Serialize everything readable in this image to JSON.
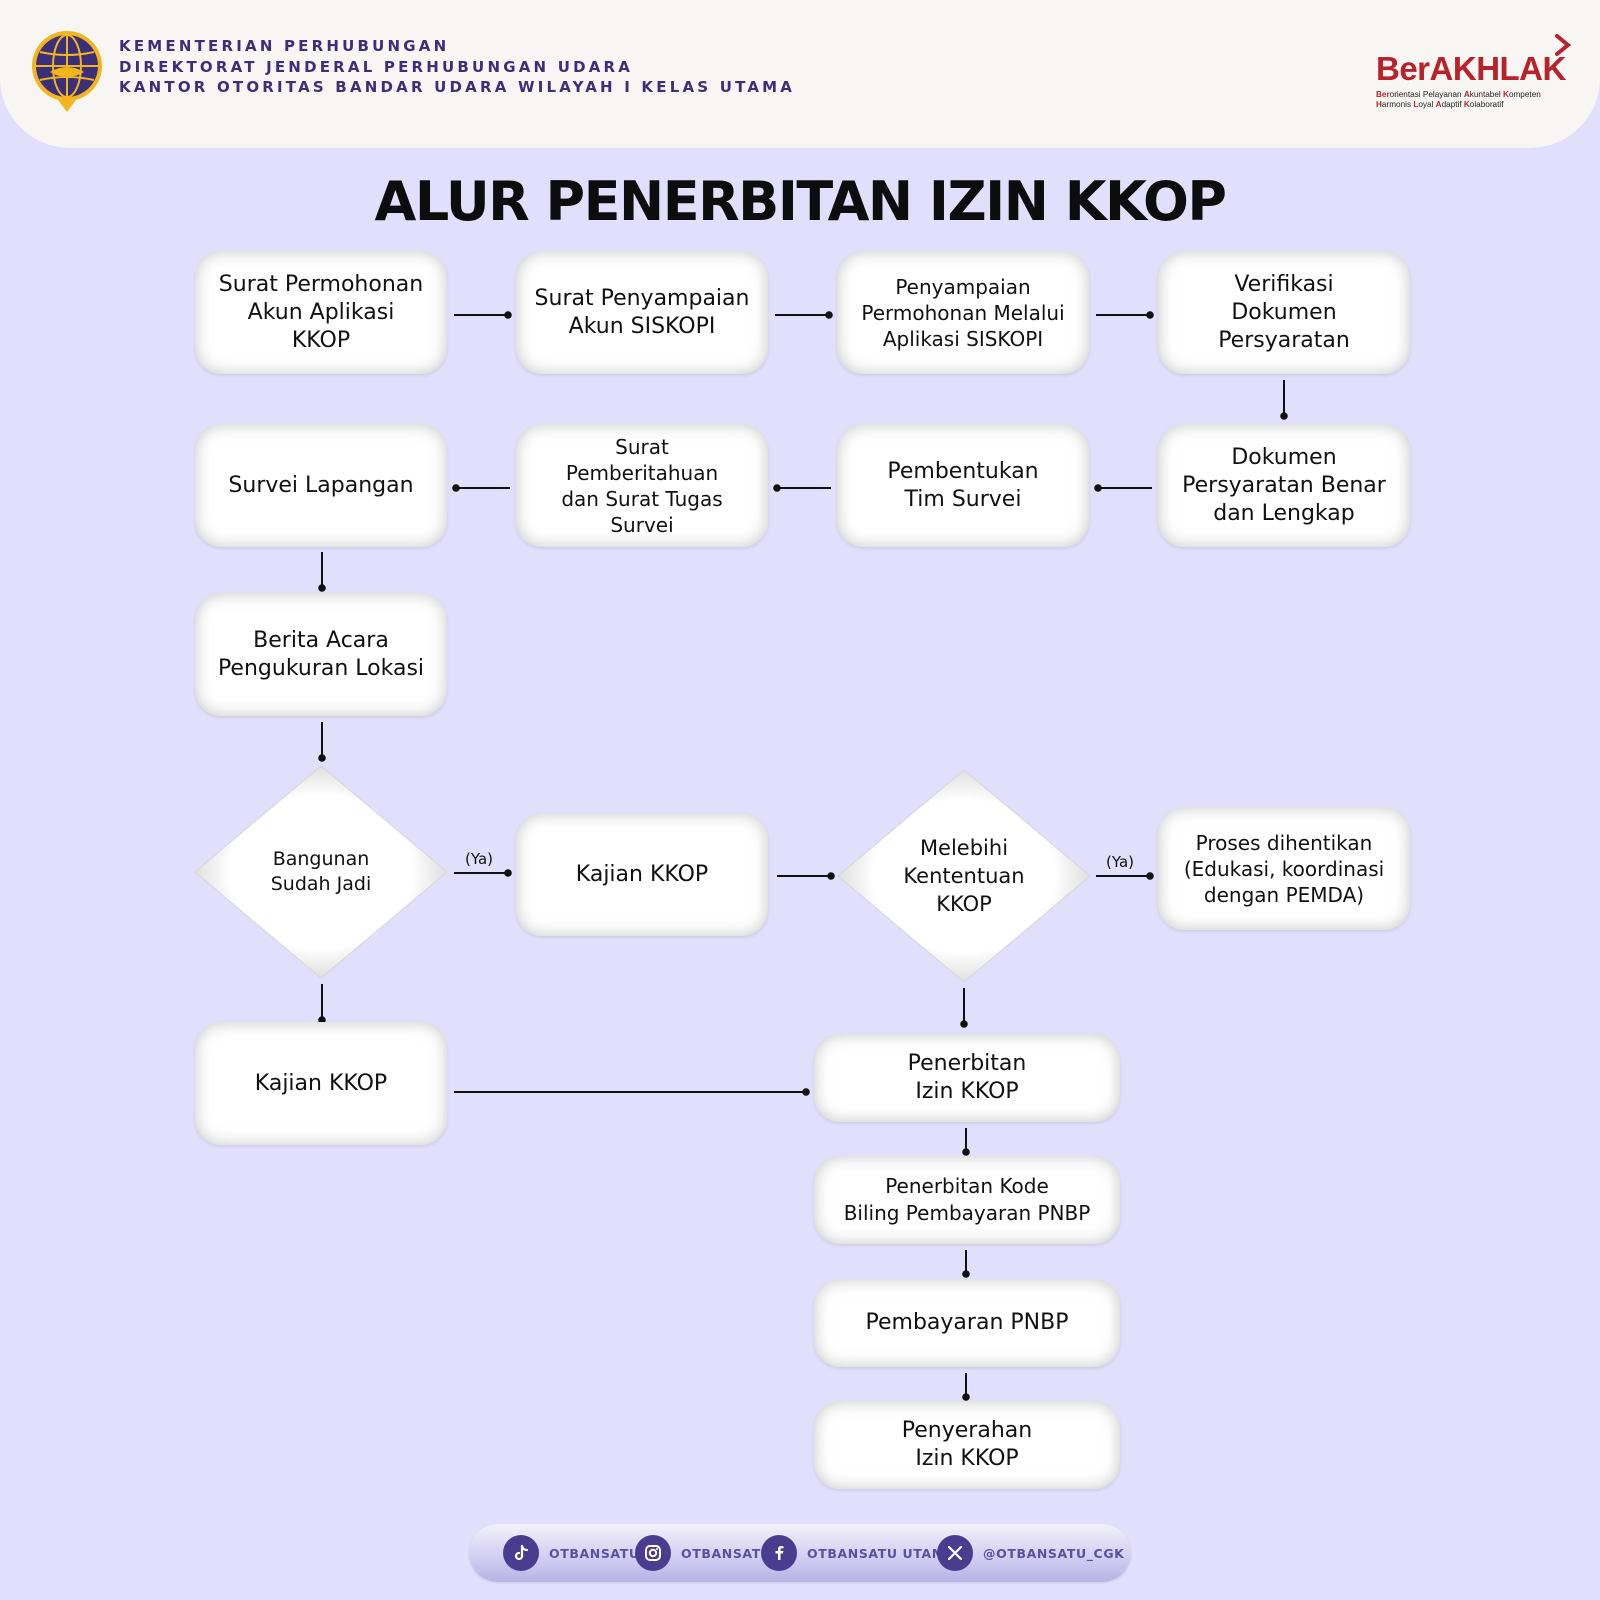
{
  "header": {
    "ministry_lines": [
      "KEMENTERIAN PERHUBUNGAN",
      "DIREKTORAT JENDERAL PERHUBUNGAN UDARA",
      "KANTOR OTORITAS BANDAR UDARA WILAYAH I KELAS UTAMA"
    ],
    "brand": {
      "word": "BerAKHLAK",
      "tagline_line1": [
        "Ber",
        "orientasi Pelayanan ",
        "A",
        "kuntabel ",
        "K",
        "ompeten"
      ],
      "tagline_line2": [
        "H",
        "armonis ",
        "L",
        "oyal ",
        "A",
        "daptif ",
        "K",
        "olaboratif"
      ],
      "color": "#b8222a"
    },
    "logo_icon": "ministry-globe-logo"
  },
  "title": "ALUR PENERBITAN IZIN KKOP",
  "nodes": {
    "n1": [
      "Surat Permohonan",
      "Akun Aplikasi",
      "KKOP"
    ],
    "n2": [
      "Surat Penyampaian",
      "Akun SISKOPI"
    ],
    "n3": [
      "Penyampaian",
      "Permohonan Melalui",
      "Aplikasi SISKOPI"
    ],
    "n4": [
      "Verifikasi",
      "Dokumen",
      "Persyaratan"
    ],
    "n5": [
      "Dokumen",
      "Persyaratan Benar",
      "dan Lengkap"
    ],
    "n6": [
      "Pembentukan",
      "Tim Survei"
    ],
    "n7": [
      "Surat",
      "Pemberitahuan",
      "dan Surat Tugas",
      "Survei"
    ],
    "n8": [
      "Survei Lapangan"
    ],
    "n9": [
      "Berita Acara",
      "Pengukuran Lokasi"
    ],
    "d1": "Bangunan\nSudah Jadi",
    "n10": [
      "Kajian KKOP"
    ],
    "d2": "Melebihi\nKententuan\nKKOP",
    "n11": [
      "Proses dihentikan",
      "(Edukasi, koordinasi",
      "dengan PEMDA)"
    ],
    "n12": [
      "Kajian KKOP"
    ],
    "n13": [
      "Penerbitan",
      "Izin KKOP"
    ],
    "n14": [
      "Penerbitan Kode",
      "Biling Pembayaran PNBP"
    ],
    "n15": [
      "Pembayaran PNBP"
    ],
    "n16": [
      "Penyerahan",
      "Izin KKOP"
    ]
  },
  "edge_labels": {
    "ya1": "(Ya)",
    "ya2": "(Ya)"
  },
  "footer": {
    "socials": [
      {
        "icon": "tiktok-icon",
        "label": "OTBANSATU"
      },
      {
        "icon": "instagram-icon",
        "label": "OTBANSATU"
      },
      {
        "icon": "facebook-icon",
        "label": "OTBANSATU UTAMA"
      },
      {
        "icon": "x-icon",
        "label": "@OTBANSATU_CGK"
      }
    ],
    "icon_color": "#4a3c8e"
  },
  "colors": {
    "background": "#e1dffb",
    "header_bg": "#f7f6f2",
    "header_text": "#3b2f7a"
  }
}
